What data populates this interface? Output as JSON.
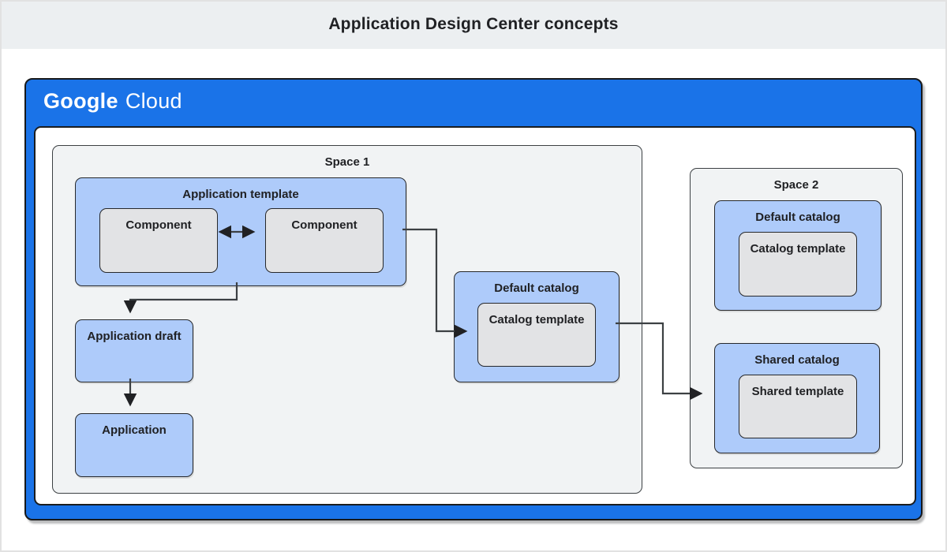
{
  "header": {
    "title": "Application Design Center concepts"
  },
  "brand": {
    "google": "Google",
    "cloud": "Cloud"
  },
  "spaces": {
    "space1": {
      "label": "Space 1",
      "application_template": {
        "label": "Application template",
        "components": [
          "Component",
          "Component"
        ]
      },
      "application_draft": {
        "label": "Application draft"
      },
      "application": {
        "label": "Application"
      },
      "default_catalog": {
        "label": "Default catalog",
        "catalog_template": {
          "label": "Catalog template"
        }
      }
    },
    "space2": {
      "label": "Space 2",
      "default_catalog": {
        "label": "Default catalog",
        "catalog_template": {
          "label": "Catalog template"
        }
      },
      "shared_catalog": {
        "label": "Shared catalog",
        "shared_template": {
          "label": "Shared template"
        }
      }
    }
  },
  "connections": [
    {
      "from": "component-left",
      "to": "component-right",
      "style": "bidirectional-arrow"
    },
    {
      "from": "application-template",
      "to": "application-draft",
      "style": "arrow"
    },
    {
      "from": "application-draft",
      "to": "application",
      "style": "arrow"
    },
    {
      "from": "application-template",
      "to": "space1-catalog-template",
      "style": "arrow"
    },
    {
      "from": "space1-default-catalog",
      "to": "space2-shared-catalog",
      "style": "arrow"
    }
  ],
  "colors": {
    "banner_blue": "#1a73e8",
    "node_blue": "#aecbfa",
    "node_gray": "#e2e3e5",
    "space_bg": "#f1f3f4",
    "header_bg": "#eceff1",
    "border_dark": "#202124",
    "connector": "#3c4043",
    "text_dark": "#202124"
  }
}
